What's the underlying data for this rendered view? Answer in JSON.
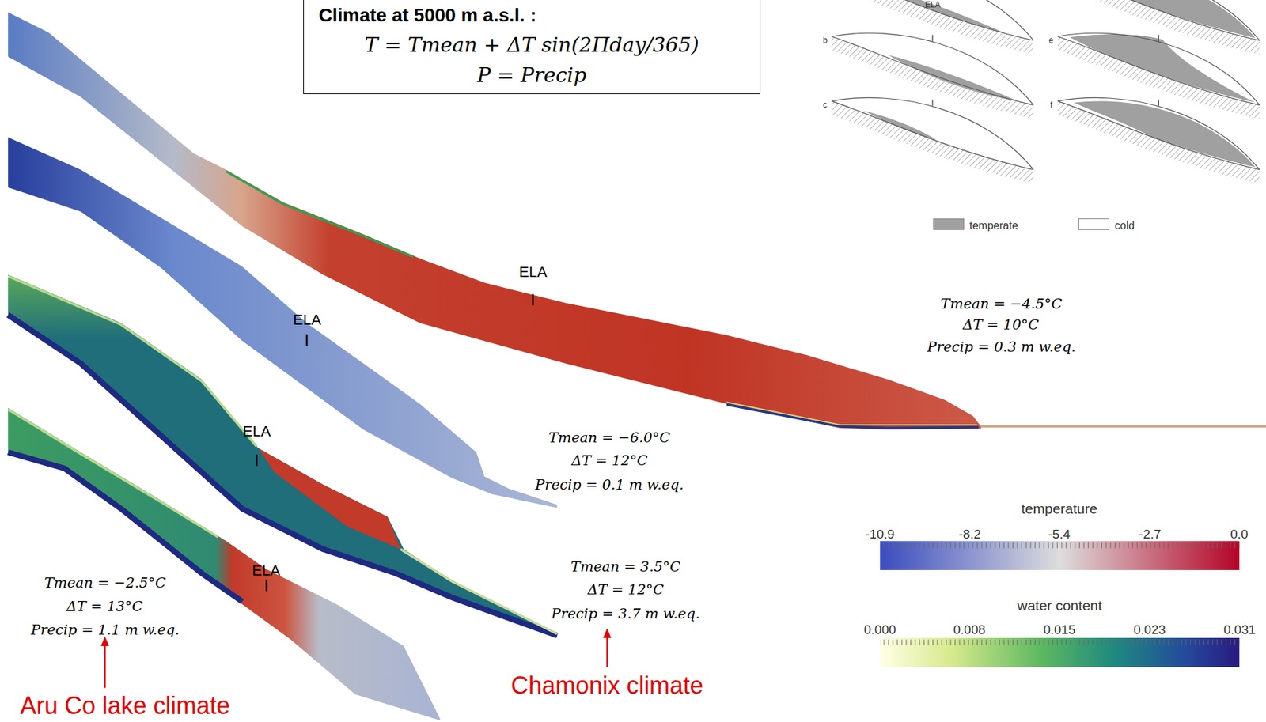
{
  "diagram": {
    "nodes": [
      {
        "text": [
          "Climate at 5000 m a.s.l. :",
          "T = Tmean + ΔT sin(2Πday/365)",
          "P = Precip"
        ]
      }
    ],
    "labels": [
      "ELA",
      "ELA",
      "ELA",
      "ELA",
      "Tmean = −4.5°C",
      "ΔT = 10°C",
      "Precip = 0.3 m w.eq.",
      "Tmean = −6.0°C",
      "ΔT = 12°C",
      "Precip = 0.1 m w.eq.",
      "Tmean = 3.5°C",
      "ΔT = 12°C",
      "Precip = 3.7 m w.eq.",
      "Tmean = −2.5°C",
      "ΔT = 13°C",
      "Precip = 1.1 m w.eq.",
      "Aru Co lake climate",
      "Chamonix climate",
      "temperature",
      "-10.9",
      "-8.2",
      "-5.4",
      "-2.7",
      "0.0",
      "water content",
      "0.000",
      "0.008",
      "0.015",
      "0.023",
      "0.031",
      "ELA",
      "b",
      "c",
      "e",
      "f"
    ],
    "legend": [
      {
        "text": "temperate",
        "color": "#a0a0a0"
      },
      {
        "text": "cold",
        "color": "#ffffff"
      }
    ]
  }
}
